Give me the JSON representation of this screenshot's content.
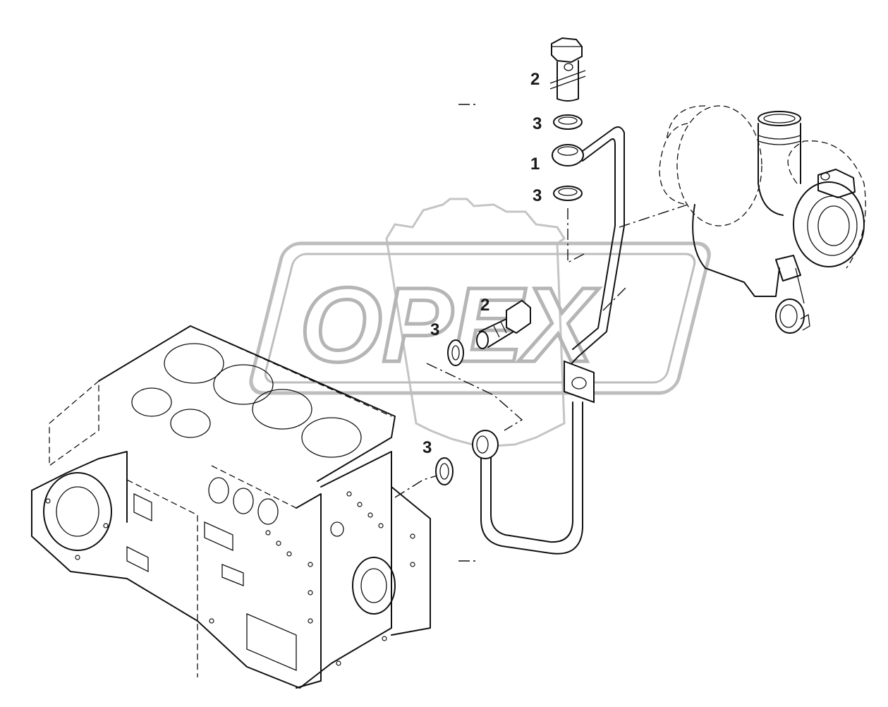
{
  "watermark": {
    "text": "OPEX"
  },
  "callouts": [
    "1",
    "2",
    "3"
  ],
  "parts": {
    "engine_block": "engine-block",
    "turbocharger": "turbocharger",
    "oil_pipe": "oil-feed-pipe",
    "banjo_bolt_upper": "banjo-bolt",
    "banjo_bolt_lower": "banjo-bolt",
    "sealing_washers": "sealing-washer"
  }
}
